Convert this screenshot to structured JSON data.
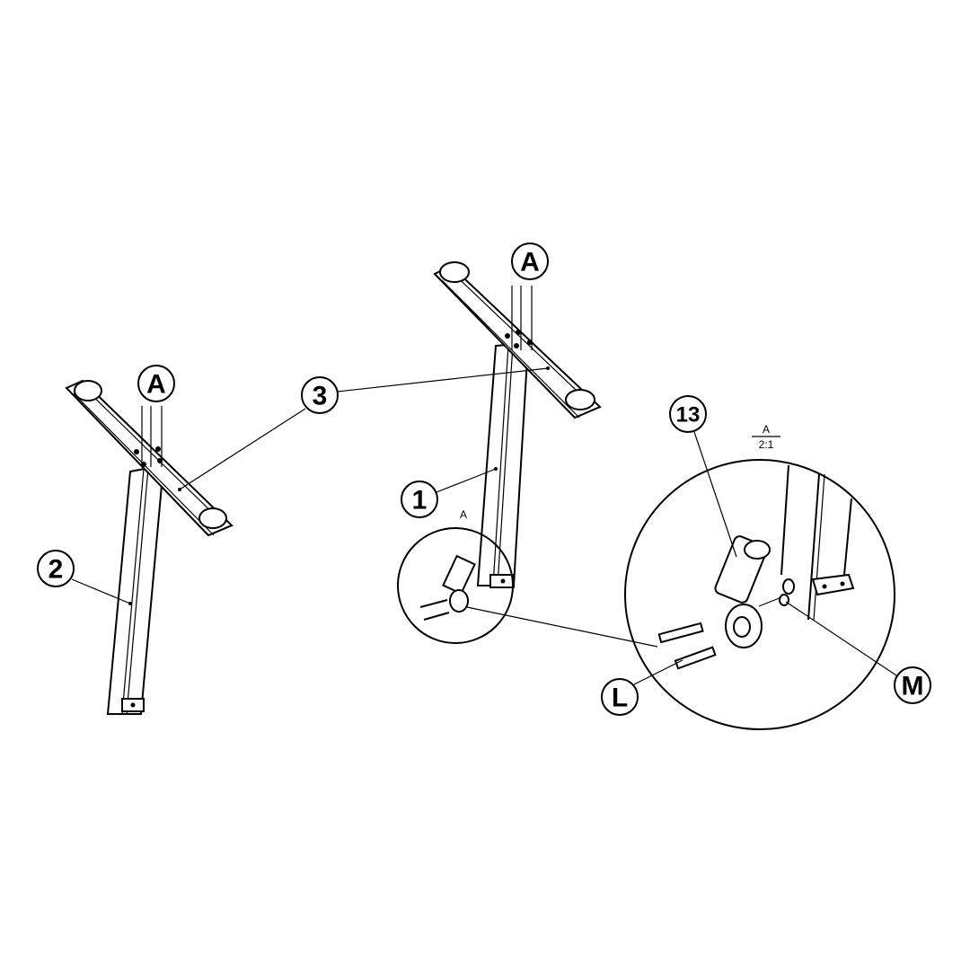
{
  "callouts": {
    "left_a": "A",
    "center_a": "A",
    "part_3": "3",
    "part_1": "1",
    "part_2": "2",
    "part_13": "13",
    "fastener_l": "L",
    "fastener_m": "M"
  },
  "detail": {
    "small_label": "A",
    "view_label": "A",
    "scale": "2:1"
  }
}
